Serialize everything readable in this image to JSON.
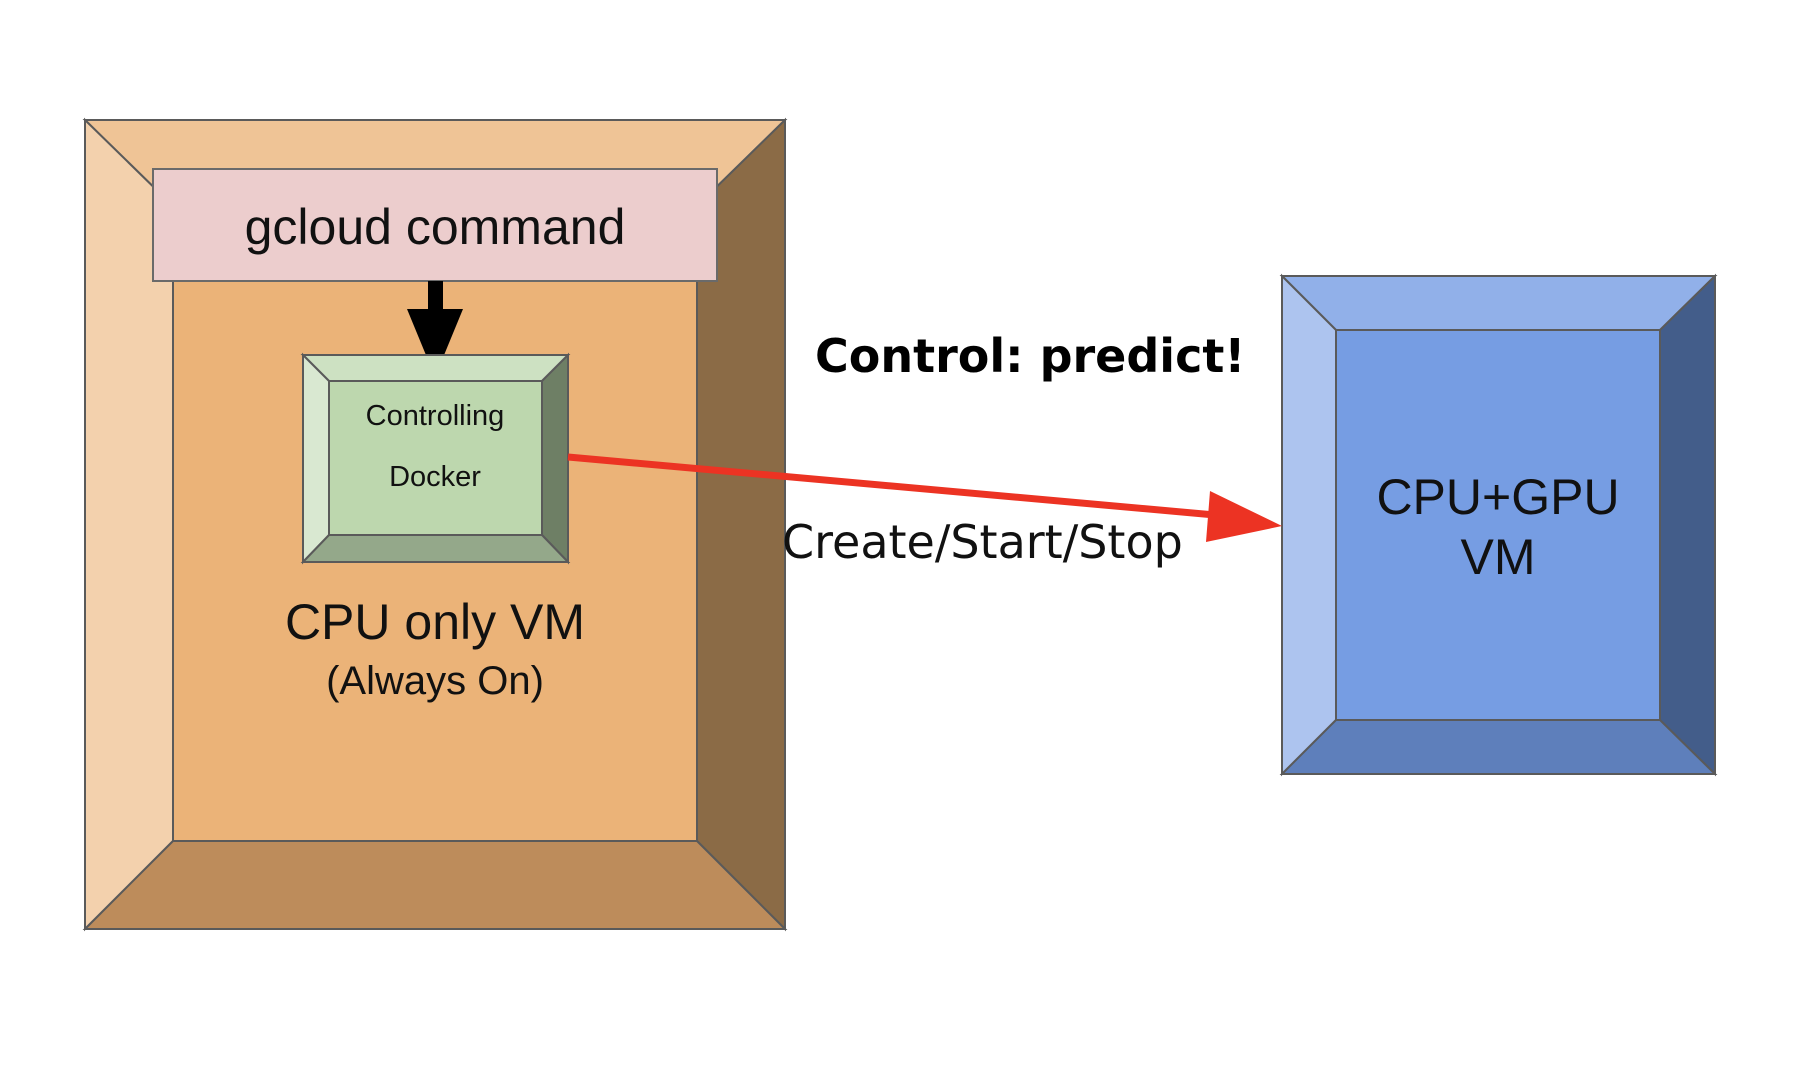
{
  "title": "Control: predict!",
  "cpu_vm": {
    "label": "CPU only VM",
    "sublabel": "(Always On)",
    "colors": {
      "face": "#ebb378",
      "top": "#efc496",
      "left": "#f3d1ad",
      "right": "#8b6b46",
      "bottom": "#bd8c5b"
    }
  },
  "gcloud": {
    "label": "gcloud command",
    "color": "#eccdcd"
  },
  "docker": {
    "line1": "Controlling",
    "line2": "Docker",
    "colors": {
      "face": "#bdd7ae",
      "top": "#cde1c2",
      "left": "#d9e8d1",
      "right": "#6e7f65",
      "bottom": "#94a88a"
    }
  },
  "gpu_vm": {
    "line1": "CPU+GPU",
    "line2": "VM",
    "colors": {
      "face": "#769de3",
      "top": "#91b0e9",
      "left": "#adc4ef",
      "right": "#435d8a",
      "bottom": "#5e7fbb"
    }
  },
  "arrow": {
    "label": "Create/Start/Stop",
    "color": "#ec3323"
  }
}
